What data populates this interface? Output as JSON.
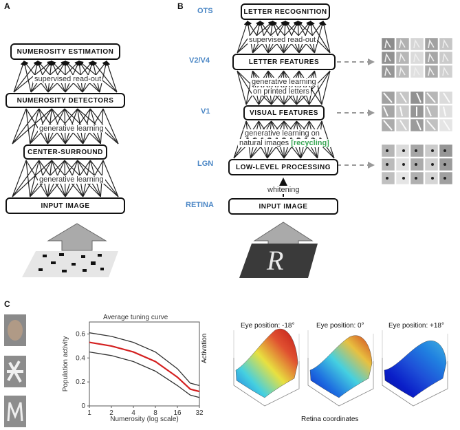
{
  "panels": {
    "a": "A",
    "b": "B",
    "c": "C"
  },
  "panel_a": {
    "numerosity_estimation": "NUMEROSITY  ESTIMATION",
    "supervised_readout": "supervised read-out",
    "numerosity_detectors": "NUMEROSITY  DETECTORS",
    "generative_learning_1": "generative learning",
    "center_surround": "CENTER-SURROUND",
    "generative_learning_2": "generative learning",
    "input_image": "INPUT IMAGE"
  },
  "panel_b": {
    "areas": {
      "ots": "OTS",
      "v2v4": "V2/V4",
      "v1": "V1",
      "lgn": "LGN",
      "retina": "RETINA"
    },
    "letter_recognition": "LETTER  RECOGNITION",
    "supervised_readout": "supervised read-out",
    "letter_features": "LETTER  FEATURES",
    "gen_printed_1": "generative learning",
    "gen_printed_2": "on printed letters",
    "visual_features": "VISUAL  FEATURES",
    "gen_natural_1": "generative learning on",
    "gen_natural_2": "natural images",
    "recycling": "[recycling]",
    "low_level": "LOW-LEVEL  PROCESSING",
    "whitening": "whitening",
    "input_image": "INPUT IMAGE",
    "letter_glyph": "R"
  },
  "panel_c": {
    "tuning_title": "Average tuning curve",
    "eye_positions": [
      "Eye position:  -18°",
      "Eye position:  0°",
      "Eye position:  +18°"
    ],
    "activation_label": "Activation",
    "retina_coords": "Retina coordinates"
  },
  "colors": {
    "area_blue": "#4a86c5",
    "recycling_green": "#3aa655",
    "red_mean": "#d42020"
  },
  "chart_data": {
    "type": "line",
    "title": "Average tuning curve",
    "xlabel": "Numerosity (log scale)",
    "ylabel": "Population activity",
    "x_scale": "log2",
    "x_ticks": [
      "1",
      "2",
      "4",
      "8",
      "16",
      "32"
    ],
    "y_ticks": [
      "0",
      "0.2",
      "0.4",
      "0.6"
    ],
    "ylim": [
      0,
      0.7
    ],
    "x": [
      1,
      2,
      4,
      8,
      16,
      24,
      32
    ],
    "series": [
      {
        "values": [
          0.61,
          0.58,
          0.53,
          0.45,
          0.31,
          0.19,
          0.17
        ],
        "color": "#333333"
      },
      {
        "values": [
          0.53,
          0.5,
          0.45,
          0.37,
          0.24,
          0.14,
          0.12
        ],
        "color": "#d42020"
      },
      {
        "values": [
          0.45,
          0.42,
          0.37,
          0.29,
          0.17,
          0.09,
          0.07
        ],
        "color": "#333333"
      }
    ]
  }
}
